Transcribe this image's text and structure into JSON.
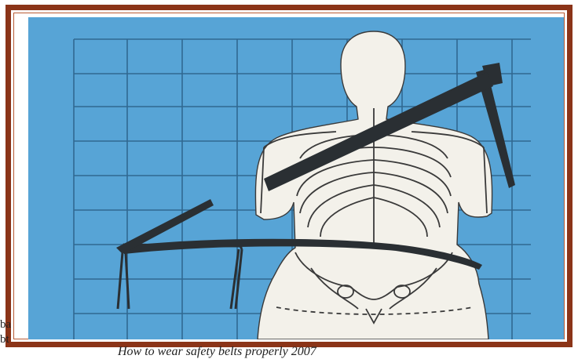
{
  "image": {
    "subject": "Figure: seated skeleton with three-point seat belt over a grid background",
    "colors": {
      "frame_border": "#8b3418",
      "background_panel": "#57a4d6",
      "grid_lines": "#2a5e86",
      "belt": "#2a2f33",
      "body_fill": "#f3f1ea",
      "bone_outline": "#3a3a3a"
    }
  },
  "caption": {
    "left_fragment_1": "ba",
    "left_fragment_2": "bt",
    "bottom_fragment": "How to wear safety belts properly 2007"
  }
}
